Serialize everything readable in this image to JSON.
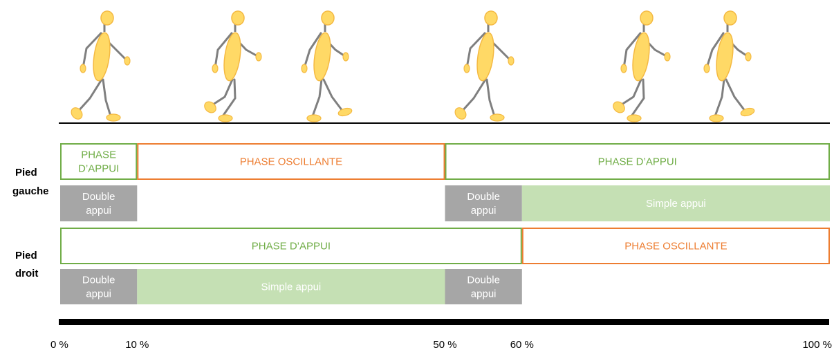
{
  "colors": {
    "stance": "#70ad47",
    "swing": "#ed7d31",
    "double_fill": "#a6a6a6",
    "single_fill": "#c5e0b4",
    "figure_fill": "#ffd966",
    "figure_stroke": "#f4b942",
    "limb": "#7f7f7f",
    "ground": "#000000"
  },
  "labels": {
    "left_foot": [
      "Pied",
      "gauche"
    ],
    "right_foot": [
      "Pied",
      "droit"
    ]
  },
  "left_phases": [
    {
      "kind": "stance",
      "start": 0,
      "end": 10,
      "lines": [
        "PHASE",
        "D’APPUI"
      ]
    },
    {
      "kind": "swing",
      "start": 10,
      "end": 50,
      "lines": [
        "PHASE OSCILLANTE"
      ]
    },
    {
      "kind": "stance",
      "start": 50,
      "end": 100,
      "lines": [
        "PHASE D’APPUI"
      ]
    }
  ],
  "left_support": [
    {
      "kind": "double",
      "start": 0,
      "end": 10,
      "lines": [
        "Double",
        "appui"
      ]
    },
    {
      "kind": "double",
      "start": 50,
      "end": 60,
      "lines": [
        "Double",
        "appui"
      ]
    },
    {
      "kind": "single",
      "start": 60,
      "end": 100,
      "lines": [
        "Simple appui"
      ]
    }
  ],
  "right_phases": [
    {
      "kind": "stance",
      "start": 0,
      "end": 60,
      "lines": [
        "PHASE D’APPUI"
      ]
    },
    {
      "kind": "swing",
      "start": 60,
      "end": 100,
      "lines": [
        "PHASE OSCILLANTE"
      ]
    }
  ],
  "right_support": [
    {
      "kind": "double",
      "start": 0,
      "end": 10,
      "lines": [
        "Double",
        "appui"
      ]
    },
    {
      "kind": "single",
      "start": 10,
      "end": 50,
      "lines": [
        "Simple appui"
      ]
    },
    {
      "kind": "double",
      "start": 50,
      "end": 60,
      "lines": [
        "Double",
        "appui"
      ]
    }
  ],
  "axis_ticks": [
    {
      "value": 0,
      "label": "0 %"
    },
    {
      "value": 10,
      "label": "10 %"
    },
    {
      "value": 50,
      "label": "50 %"
    },
    {
      "value": 60,
      "label": "60 %"
    },
    {
      "value": 100,
      "label": "100 %"
    }
  ],
  "figures": [
    {
      "pose": "heel-strike"
    },
    {
      "pose": "toe-off"
    },
    {
      "pose": "mid-stance"
    },
    {
      "pose": "heel-strike"
    },
    {
      "pose": "toe-off"
    },
    {
      "pose": "mid-stance"
    }
  ]
}
